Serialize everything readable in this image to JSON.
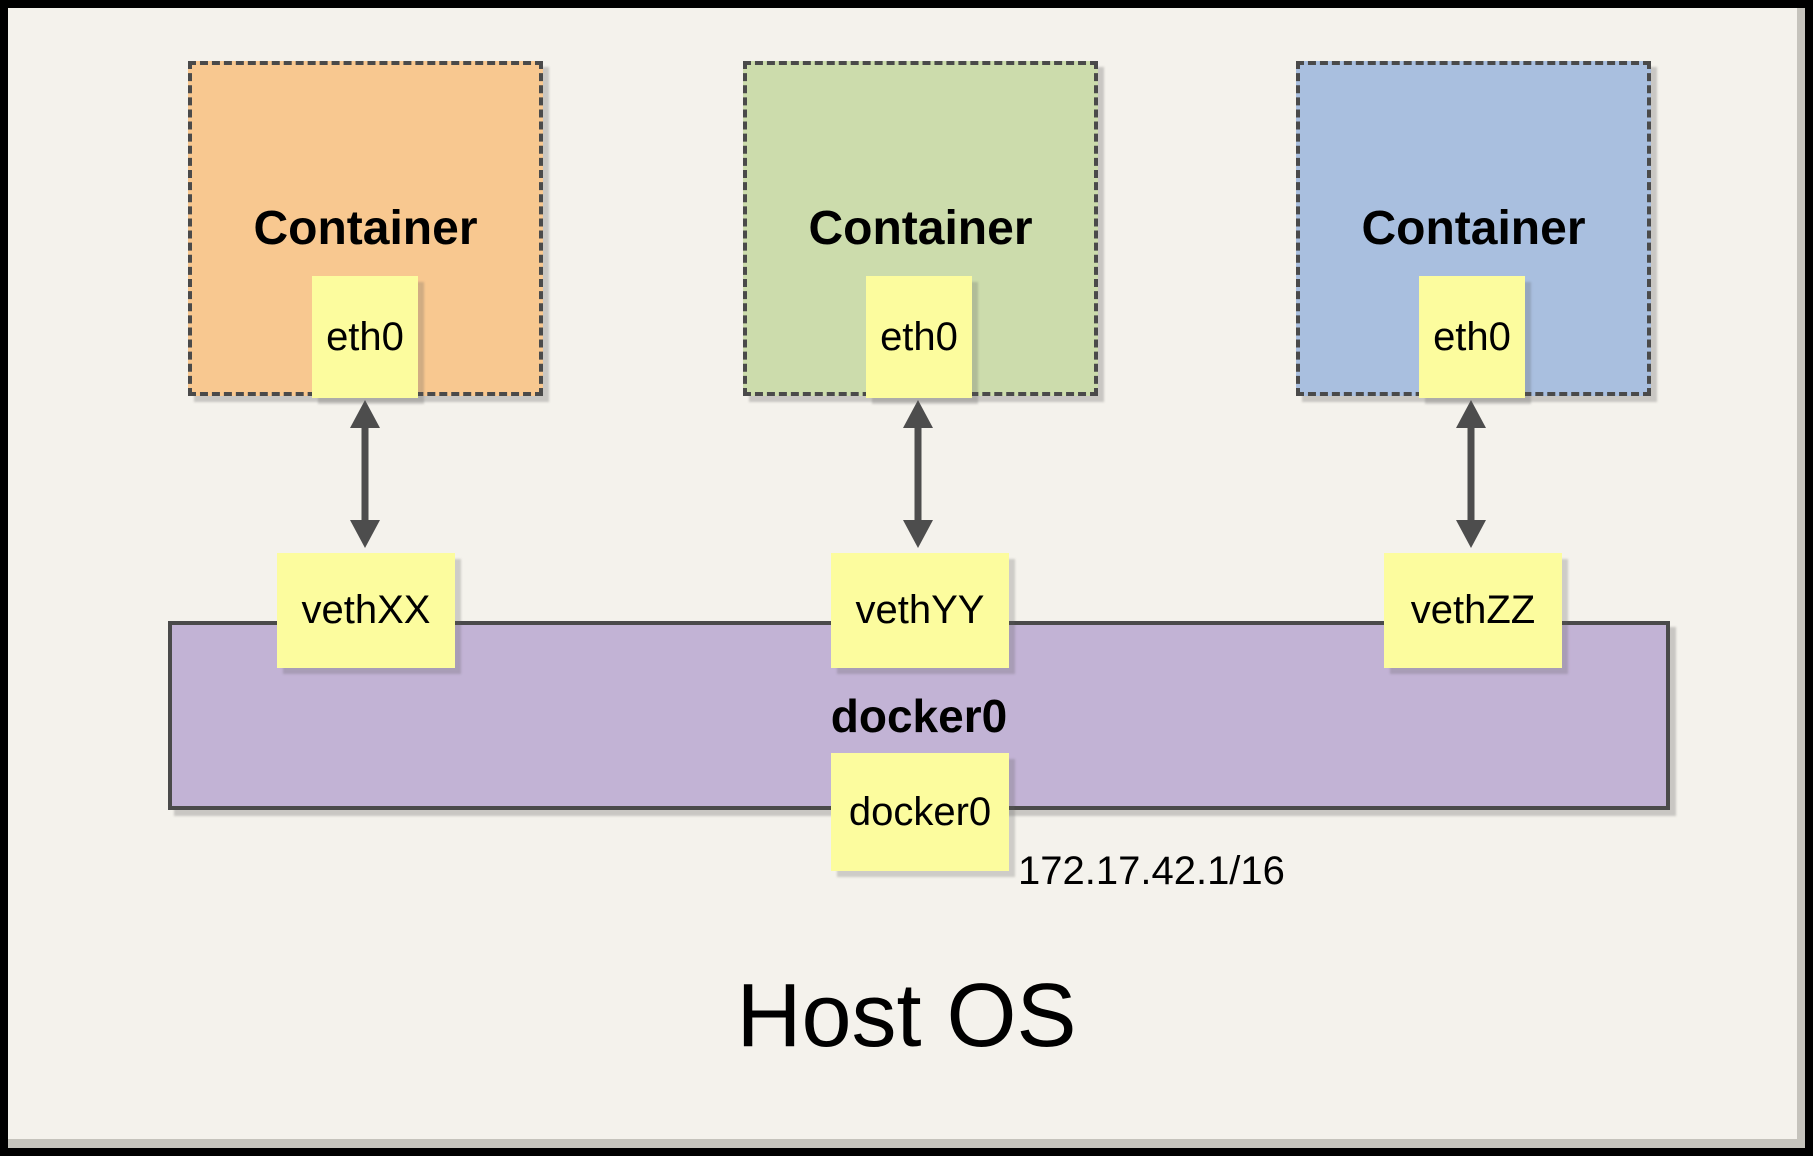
{
  "host_label": "Host OS",
  "containers": [
    {
      "title": "Container",
      "iface": "eth0",
      "fill": "#F8C890"
    },
    {
      "title": "Container",
      "iface": "eth0",
      "fill": "#CCDCAC"
    },
    {
      "title": "Container",
      "iface": "eth0",
      "fill": "#A9BFDF"
    }
  ],
  "veths": [
    {
      "label": "vethXX"
    },
    {
      "label": "vethYY"
    },
    {
      "label": "vethZZ"
    }
  ],
  "bridge": {
    "title": "docker0",
    "iface": "docker0",
    "ip": "172.17.42.1/16",
    "fill": "#C2B3D5"
  },
  "colors": {
    "background": "#F4F2EC",
    "frame_border": "#000000",
    "note_yellow": "#FCFC9E",
    "dashed_border": "#4A4A4A",
    "arrow": "#4D4D4D",
    "container_orange": "#F8C890",
    "container_green": "#CCDCAC",
    "container_blue": "#A9BFDF",
    "bridge_purple": "#C2B3D5"
  }
}
